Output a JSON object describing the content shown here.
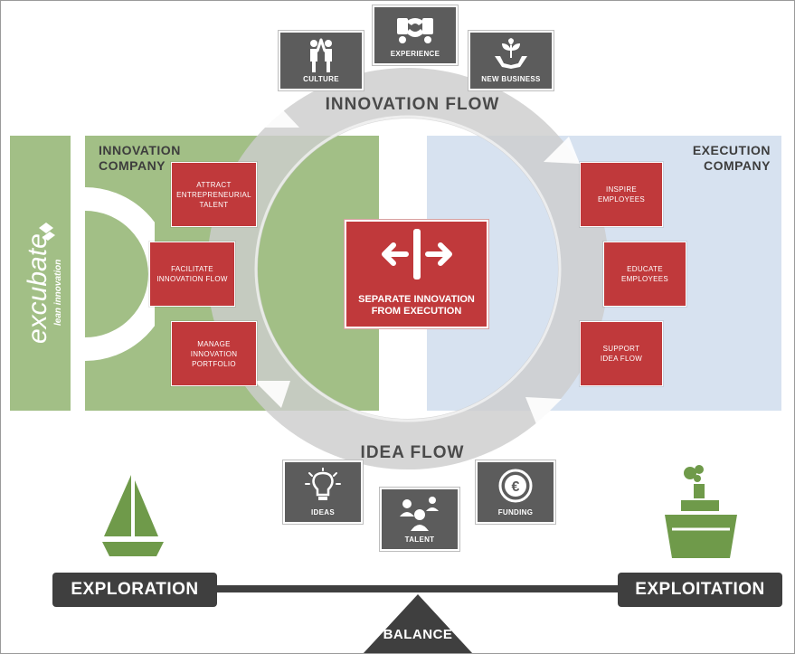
{
  "innovation_company": {
    "title": "INNOVATION\nCOMPANY",
    "color": "#a2bf86"
  },
  "execution_company": {
    "title": "EXECUTION\nCOMPANY",
    "color": "#d7e2f0"
  },
  "brand": {
    "name": "excubate",
    "tagline": "lean innovation"
  },
  "flow": {
    "top_label": "INNOVATION FLOW",
    "bottom_label": "IDEA FLOW",
    "ring_color": "#c7c7c7"
  },
  "center": {
    "label": "SEPARATE INNOVATION\nFROM EXECUTION",
    "icon": "split-arrows-icon",
    "color": "#c0393b"
  },
  "left_boxes": [
    {
      "label": "ATTRACT\nENTREPRENEURIAL\nTALENT"
    },
    {
      "label": "FACILITATE\nINNOVATION FLOW"
    },
    {
      "label": "MANAGE\nINNOVATION\nPORTFOLIO"
    }
  ],
  "right_boxes": [
    {
      "label": "INSPIRE\nEMPLOYEES"
    },
    {
      "label": "EDUCATE\nEMPLOYEES"
    },
    {
      "label": "SUPPORT\nIDEA FLOW"
    }
  ],
  "top_tiles": [
    {
      "label": "CULTURE",
      "icon": "high-five-icon"
    },
    {
      "label": "EXPERIENCE",
      "icon": "handshake-icon"
    },
    {
      "label": "NEW BUSINESS",
      "icon": "sprout-hands-icon"
    }
  ],
  "bottom_tiles": [
    {
      "label": "IDEAS",
      "icon": "lightbulb-icon"
    },
    {
      "label": "TALENT",
      "icon": "people-icon"
    },
    {
      "label": "FUNDING",
      "icon": "euro-coin-icon"
    }
  ],
  "balance": {
    "left_label": "EXPLORATION",
    "right_label": "EXPLOITATION",
    "pivot_label": "BALANCE",
    "left_icon": "sailboat-icon",
    "right_icon": "ship-icon",
    "icon_color": "#6f9a4a"
  }
}
